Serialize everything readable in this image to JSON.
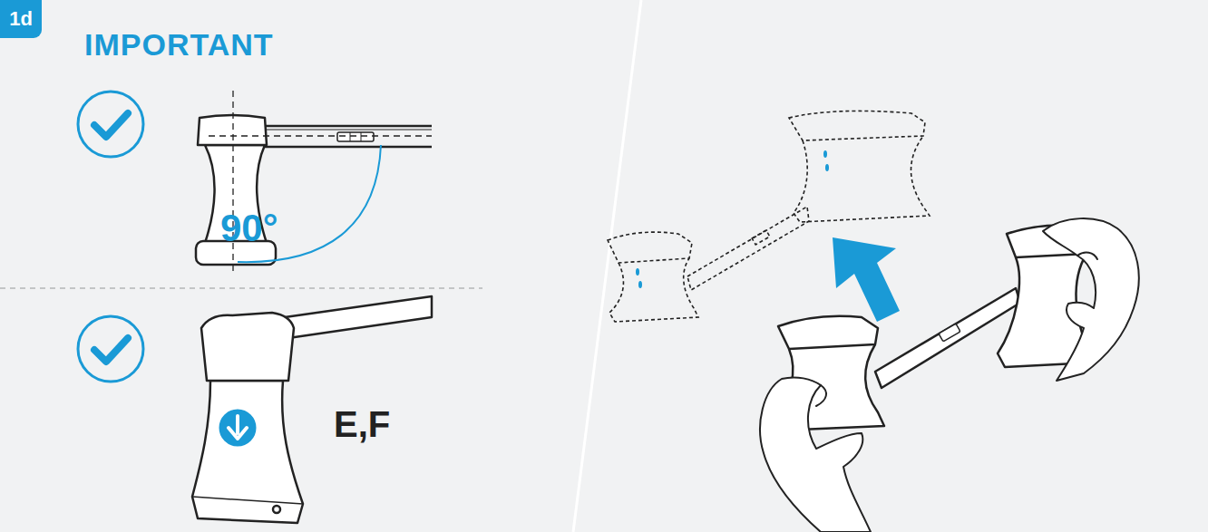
{
  "diagram": {
    "title": "IMPORTANT",
    "nodes": [
      {
        "text": [
          "1d"
        ]
      }
    ],
    "labels": [
      "90°",
      "E,F"
    ]
  }
}
